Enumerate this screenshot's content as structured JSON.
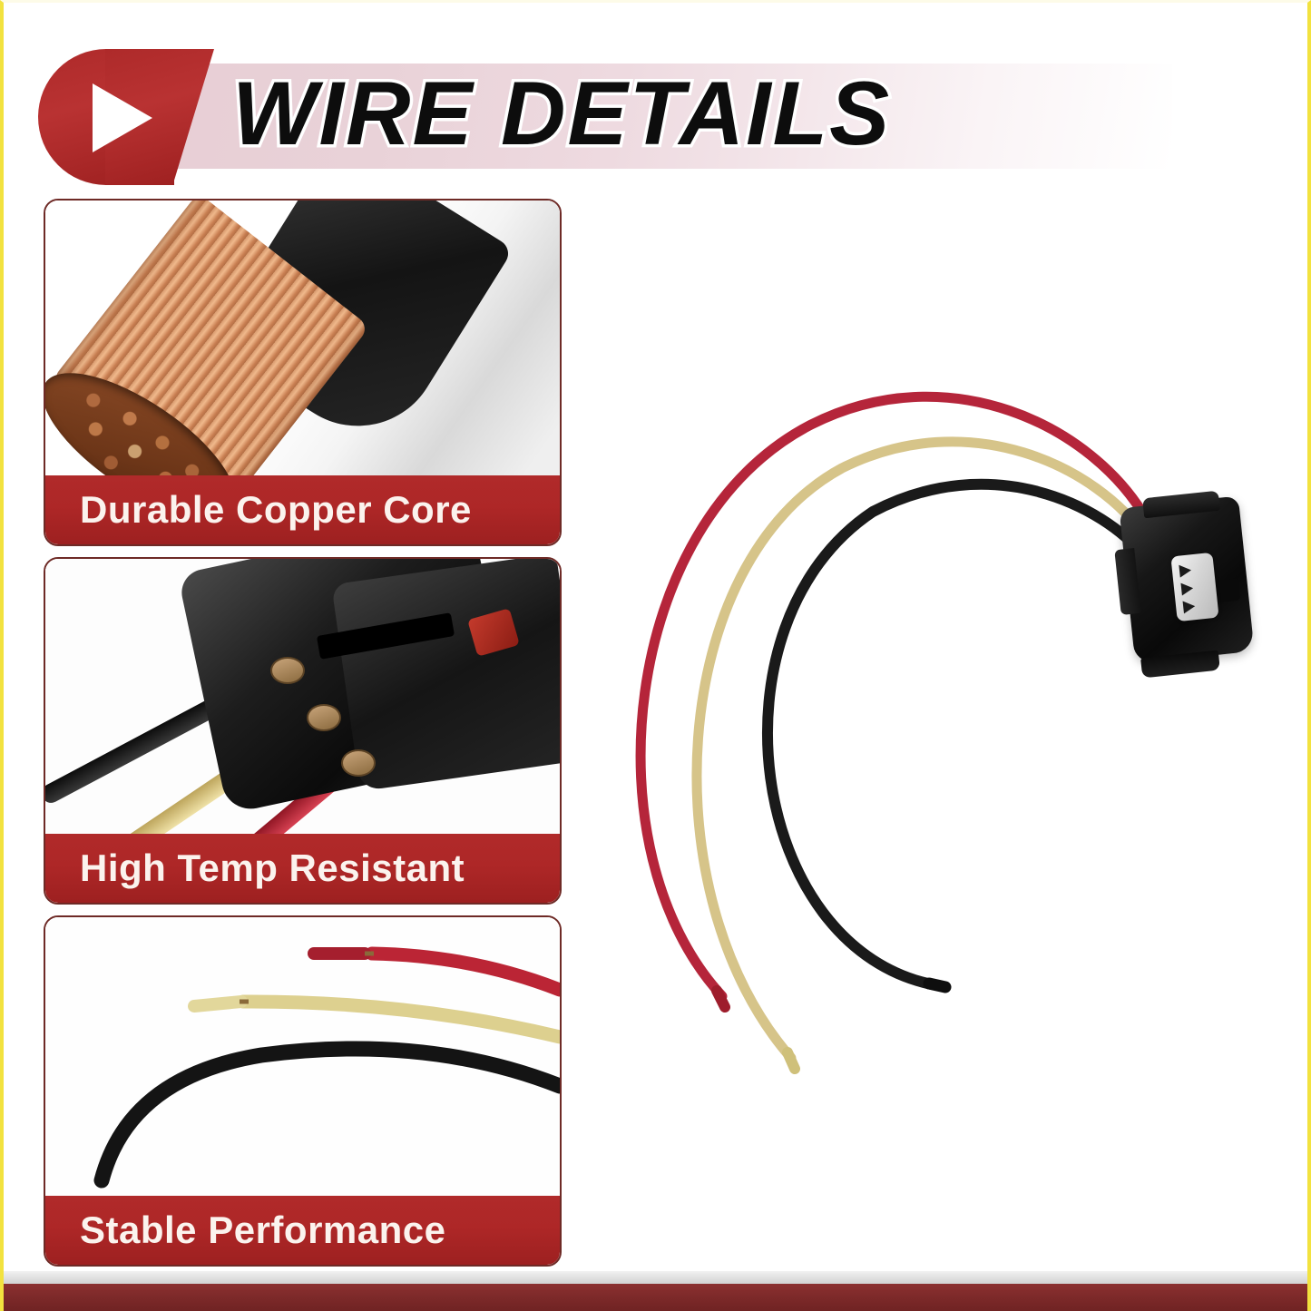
{
  "header": {
    "title": "WIRE DETAILS",
    "play_icon": "play-triangle-icon",
    "badge_color": "#b03030",
    "banner_color_start": "#e7cdd4",
    "banner_color_end": "#ffffff",
    "title_color": "#0d0d0d",
    "title_outline_color": "#ffffff"
  },
  "cards": [
    {
      "caption": "Durable Copper Core",
      "image_name": "stranded-copper-cable-photo",
      "image_alt": "Close-up of black jacketed cable with exposed stranded copper core",
      "accent_color": "#b02a2a",
      "border_color": "#6e2a26"
    },
    {
      "caption": "High Temp Resistant",
      "image_name": "black-connector-with-wires-photo",
      "image_alt": "Black plastic connector housing with black, yellow and red wires entering through grommets",
      "accent_color": "#b02a2a",
      "border_color": "#6e2a26"
    },
    {
      "caption": "Stable Performance",
      "image_name": "three-stripped-wires-photo",
      "image_alt": "Red, yellow and black insulated wires with stripped and crimped ends",
      "accent_color": "#b02a2a",
      "border_color": "#6e2a26"
    }
  ],
  "hero": {
    "image_name": "wire-harness-pigtail-connector-photo",
    "image_alt": "Three wire pigtail harness looping to a black 3-pin connector with white insert",
    "connector": {
      "name": "three-pin-connector",
      "body_color": "#121212",
      "insert_color": "#dcdcdc",
      "pin_count": 3
    },
    "wires": [
      {
        "name": "red-wire",
        "color": "#b5253a",
        "label": "red"
      },
      {
        "name": "yellow-wire",
        "color": "#d6c489",
        "label": "yellow"
      },
      {
        "name": "black-wire",
        "color": "#1a1a1a",
        "label": "black"
      }
    ]
  },
  "frame": {
    "side_border_color": "#f2e23f",
    "footer_band_color": "#7e2a2a",
    "footer_divider_color": "#dcdcdc"
  },
  "card1_art": {
    "jacket_color": "#151515",
    "copper_color": "#c9834f"
  },
  "card2_art": {
    "wire_colors": [
      "#141414",
      "#d8c274",
      "#bb2535"
    ],
    "grommet_color": "#a8854f",
    "housing_color": "#141414"
  },
  "card3_art": {
    "wire_colors": [
      "#bb2535",
      "#ddd08f",
      "#141414"
    ],
    "tip_colors": [
      "#9e1d2c",
      "#cfc07a",
      "#0e0e0e"
    ]
  }
}
